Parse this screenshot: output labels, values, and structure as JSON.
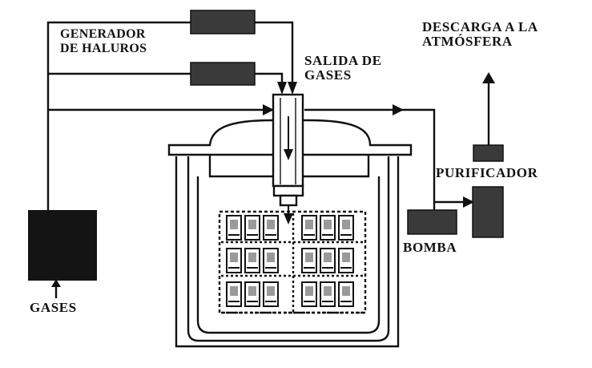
{
  "labels": {
    "generator": [
      "GENERADOR",
      "DE HALUROS"
    ],
    "gas_outlet": [
      "SALIDA DE",
      "GASES"
    ],
    "discharge": [
      "DESCARGA A LA",
      "ATMÓSFERA"
    ],
    "purifier": "PURIFICADOR",
    "pump": "BOMBA",
    "gases": "GASES"
  },
  "colors": {
    "line": "#111111",
    "dark_fill": "#1a1a1a",
    "mid_fill": "#3c3c3c",
    "cell_fill": "#9a9a9a"
  }
}
